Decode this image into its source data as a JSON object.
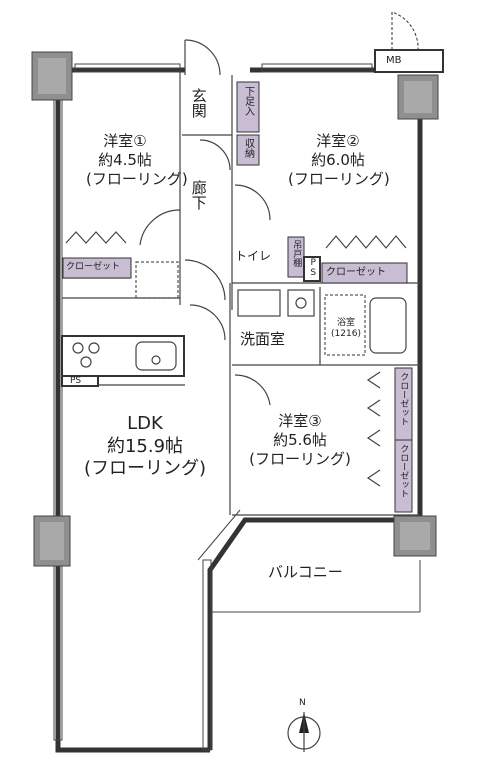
{
  "rooms": {
    "room1": {
      "name": "洋室①",
      "size": "約4.5帖",
      "floor": "(フローリング)"
    },
    "room2": {
      "name": "洋室②",
      "size": "約6.0帖",
      "floor": "(フローリング)"
    },
    "room3": {
      "name": "洋室③",
      "size": "約5.6帖",
      "floor": "(フローリング)"
    },
    "ldk": {
      "name": "LDK",
      "size": "約15.9帖",
      "floor": "(フローリング)"
    }
  },
  "labels": {
    "genkan": "玄関",
    "rouka": "廊下",
    "shitabako": "下足入",
    "shuno": "収納",
    "toilet": "トイレ",
    "toilet_shuno": "吊戸棚",
    "ps": "PS",
    "ps_kitchen": "PS",
    "closet1": "クローゼット",
    "closet2": "クローゼット",
    "closet3a": "クローゼット",
    "closet3b": "クローゼット",
    "senmen": "洗面室",
    "yokushitsu": "浴室",
    "yokushitsu_size": "(1216)",
    "balcony": "バルコニー",
    "mb": "MB",
    "north": "N"
  }
}
